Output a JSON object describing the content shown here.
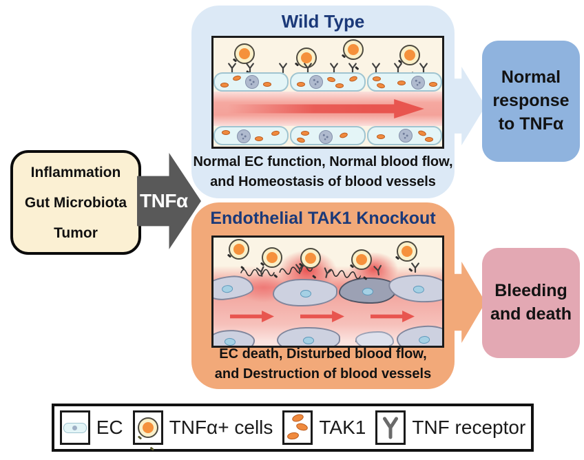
{
  "causes_box": {
    "items": [
      "Inflammation",
      "Gut Microbiota",
      "Tumor"
    ]
  },
  "tnfa_arrow": {
    "label": "TNFα"
  },
  "wild_type": {
    "title": "Wild Type",
    "caption_line1": "Normal EC function, Normal blood flow,",
    "caption_line2": "and Homeostasis of blood vessels"
  },
  "knockout": {
    "title": "Endothelial TAK1 Knockout",
    "caption_line1": "EC death, Disturbed blood flow,",
    "caption_line2": "and Destruction of blood vessels"
  },
  "outcome_normal": {
    "label": "Normal response to TNFα"
  },
  "outcome_bleeding": {
    "label": "Bleeding and death"
  },
  "legend": {
    "items": [
      {
        "icon": "ec-icon",
        "label": "EC"
      },
      {
        "icon": "tnfa-cell-icon",
        "label": "TNFα+ cells"
      },
      {
        "icon": "tak1-icon",
        "label": "TAK1"
      },
      {
        "icon": "tnf-receptor-icon",
        "label": "TNF receptor"
      }
    ]
  },
  "colors": {
    "wild_type_panel": "#DCE9F6",
    "knockout_panel": "#F2A979",
    "causes_box": "#FBF0D3",
    "tnfa_arrow": "#595959",
    "outcome_normal": "#8FB3DE",
    "outcome_bleeding": "#E3A8B3",
    "title_navy": "#1B3979",
    "blood_red": "#E8554F",
    "tak1_orange": "#F08A3E"
  }
}
